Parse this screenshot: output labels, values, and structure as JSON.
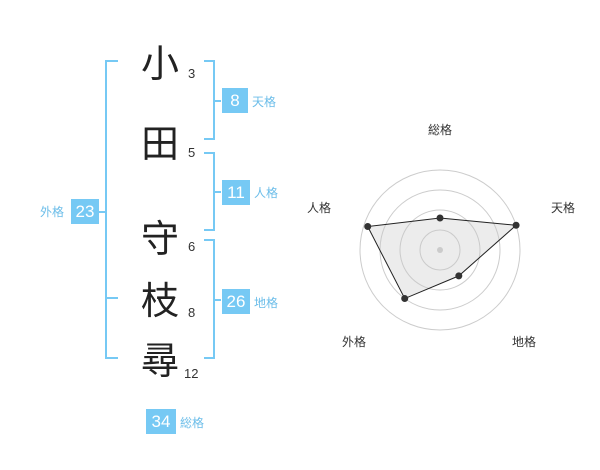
{
  "characters": [
    {
      "char": "小",
      "strokes": "3"
    },
    {
      "char": "田",
      "strokes": "5"
    },
    {
      "char": "守",
      "strokes": "6"
    },
    {
      "char": "枝",
      "strokes": "8"
    },
    {
      "char": "尋",
      "strokes": "12"
    }
  ],
  "ten": {
    "value": "8",
    "label": "天格"
  },
  "jin": {
    "value": "11",
    "label": "人格"
  },
  "chi": {
    "value": "26",
    "label": "地格"
  },
  "gai": {
    "value": "23",
    "label": "外格"
  },
  "sou": {
    "value": "34",
    "label": "総格"
  },
  "colors": {
    "accent": "#76c9f4",
    "bracket": "#76c9f4",
    "text": "#222222"
  },
  "chart_data": {
    "type": "radar",
    "axes": [
      "総格",
      "天格",
      "地格",
      "外格",
      "人格"
    ],
    "values": [
      0.4,
      1.0,
      0.4,
      0.75,
      0.95
    ],
    "grid_rings": 4
  }
}
